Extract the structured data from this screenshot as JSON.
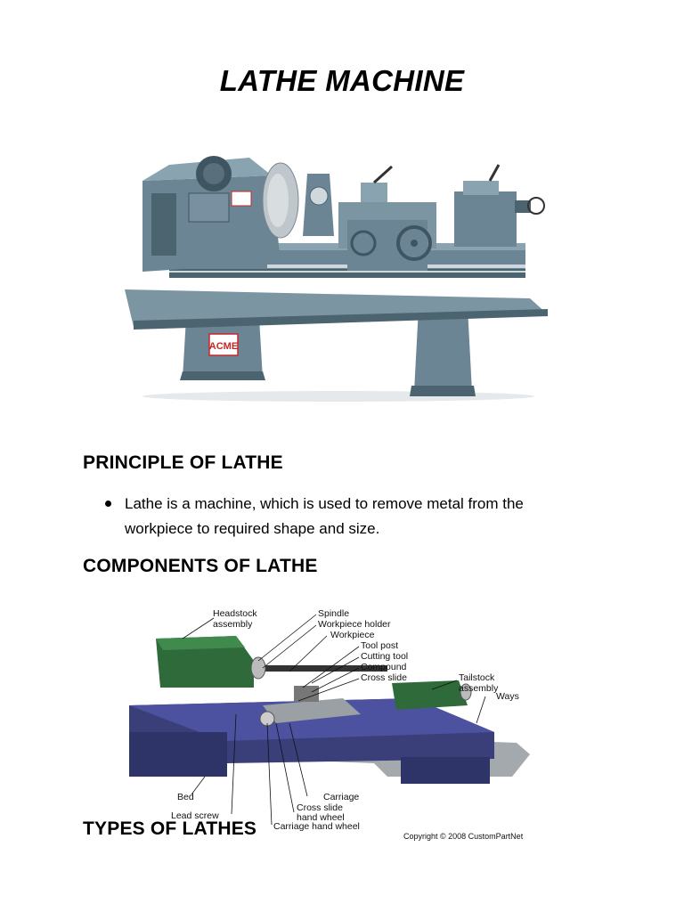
{
  "document": {
    "title": "LATHE MACHINE",
    "sections": {
      "principle": {
        "heading": "PRINCIPLE OF LATHE",
        "bullets": [
          {
            "line1": "Lathe is a machine, which is used to remove metal from the",
            "line2": "workpiece to required shape and size."
          }
        ]
      },
      "components": {
        "heading": "COMPONENTS OF LATHE"
      },
      "types": {
        "heading": "TYPES OF LATHES"
      }
    }
  },
  "figure1": {
    "brand": "ACME"
  },
  "figure2": {
    "labels": {
      "headstock": "Headstock",
      "headstock2": "assembly",
      "spindle": "Spindle",
      "workpiece_holder": "Workpiece holder",
      "workpiece": "Workpiece",
      "tool_post": "Tool post",
      "cutting_tool": "Cutting tool",
      "compound": "Compound",
      "cross_slide": "Cross slide",
      "tailstock": "Tailstock",
      "tailstock2": "assembly",
      "ways": "Ways",
      "bed": "Bed",
      "lead_screw": "Lead screw",
      "carriage": "Carriage",
      "cross_slide_hw": "Cross slide",
      "cross_slide_hw2": "hand wheel",
      "carriage_hw": "Carriage hand wheel"
    },
    "copyright": "Copyright © 2008 CustomPartNet"
  },
  "colors": {
    "machine": "#6b8594",
    "machine_dark": "#4c6470",
    "headstock_green": "#2f6b3a",
    "bed_navy": "#3a3f7a"
  }
}
